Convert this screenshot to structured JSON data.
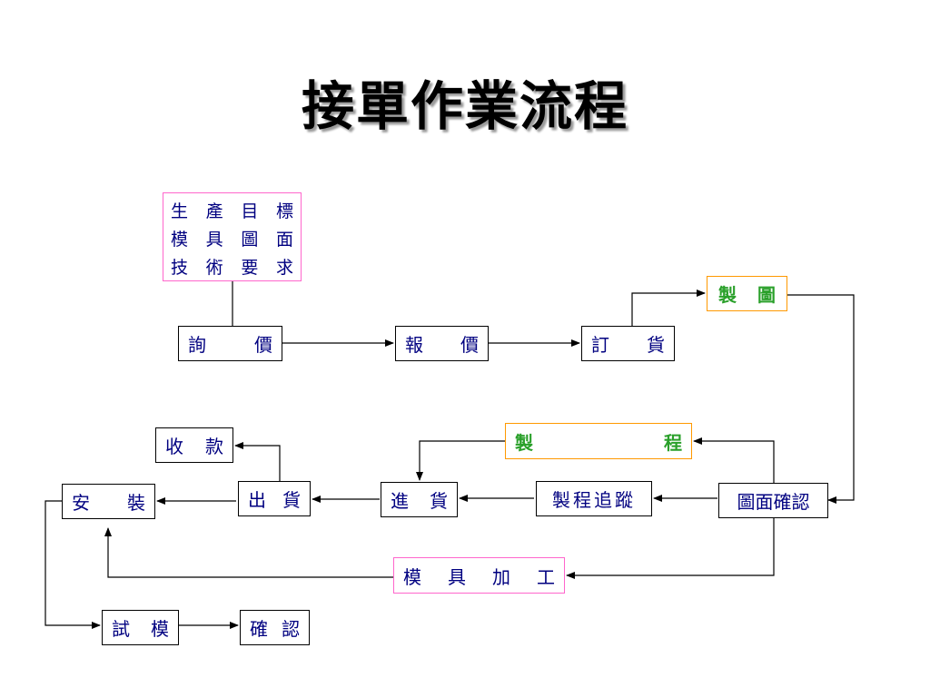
{
  "title": "接單作業流程",
  "nodes": {
    "targets": {
      "lines": [
        [
          "生",
          "產",
          "目",
          "標"
        ],
        [
          "模",
          "具",
          "圖",
          "面"
        ],
        [
          "技",
          "術",
          "要",
          "求"
        ]
      ]
    },
    "inquiry": [
      "詢",
      "價"
    ],
    "quote": [
      "報",
      "價"
    ],
    "order": [
      "訂",
      "貨"
    ],
    "drawing": [
      "製",
      "圖"
    ],
    "drawing_confirm": "圖面確認",
    "process": [
      "製",
      "程"
    ],
    "process_tracking": "製程追蹤",
    "receiving": [
      "進",
      "貨"
    ],
    "shipping": [
      "出",
      "貨"
    ],
    "payment": [
      "收",
      "款"
    ],
    "install": [
      "安",
      "裝"
    ],
    "mold_machining": [
      "模",
      "具",
      "加",
      "工"
    ],
    "trial_mold": [
      "試",
      "模"
    ],
    "confirm": [
      "確",
      "認"
    ]
  },
  "colors": {
    "text": "#000080",
    "pink_border": "#ff66cc",
    "orange_border": "#ff9900",
    "green_text": "#2aa02a"
  }
}
